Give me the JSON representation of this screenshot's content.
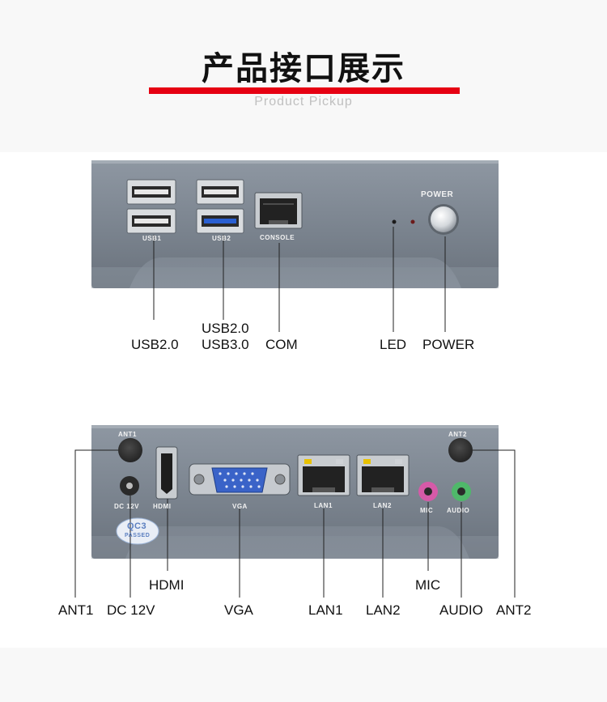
{
  "header": {
    "title": "产品接口展示",
    "subtitle": "Product Pickup"
  },
  "front_panel": {
    "silk": {
      "usb1": "USB1",
      "usb2": "USB2",
      "console": "CONSOLE",
      "power": "POWER"
    },
    "callouts": {
      "usb20": "USB2.0",
      "usb_mix": "USB2.0\nUSB3.0",
      "com": "COM",
      "led": "LED",
      "power": "POWER"
    }
  },
  "rear_panel": {
    "silk": {
      "ant1": "ANT1",
      "ant2": "ANT2",
      "dc": "DC 12V",
      "hdmi": "HDMI",
      "vga": "VGA",
      "lan1": "LAN1",
      "lan2": "LAN2",
      "mic": "MIC",
      "audio": "AUDIO",
      "qc": "QC3",
      "qc_passed": "PASSED"
    },
    "callouts": {
      "ant1": "ANT1",
      "dc": "DC 12V",
      "hdmi": "HDMI",
      "vga": "VGA",
      "lan1": "LAN1",
      "lan2": "LAN2",
      "mic": "MIC",
      "audio": "AUDIO",
      "ant2": "ANT2"
    }
  },
  "colors": {
    "accent_red": "#e60012",
    "chassis": "#7d8691",
    "usb3_blue": "#2a5fd1",
    "vga_blue": "#3a63c8",
    "mic_pink": "#d65aa8",
    "audio_green": "#4fb86a"
  }
}
